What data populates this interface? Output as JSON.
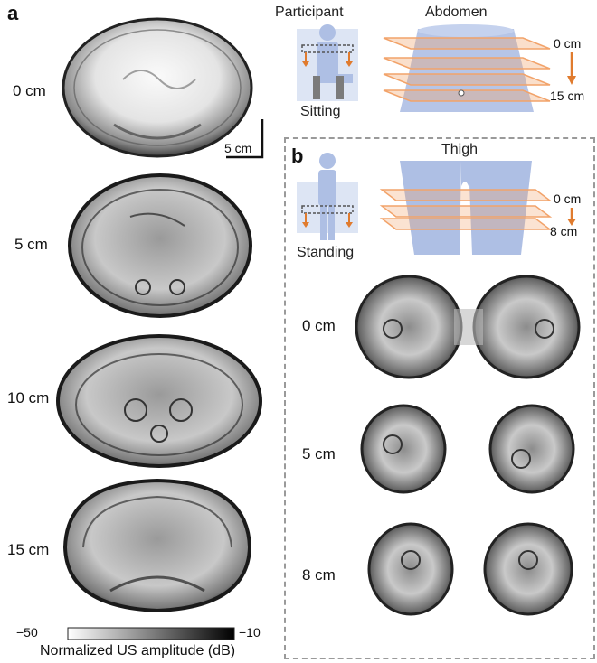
{
  "panel_a": {
    "letter": "a",
    "depths": [
      "0 cm",
      "5 cm",
      "10 cm",
      "15 cm"
    ],
    "scale_bar_label": "5 cm",
    "colorbar": {
      "min_label": "−50",
      "max_label": "−10",
      "label": "Normalized US amplitude (dB)"
    },
    "participant_label": "Participant",
    "posture_label": "Sitting",
    "region_label": "Abdomen",
    "range_top": "0 cm",
    "range_bottom": "15 cm"
  },
  "panel_b": {
    "letter": "b",
    "region_label": "Thigh",
    "posture_label": "Standing",
    "range_top": "0 cm",
    "range_bottom": "8 cm",
    "depths": [
      "0 cm",
      "5 cm",
      "8 cm"
    ]
  },
  "colors": {
    "figure_blue": "#aebfe4",
    "slice_orange": "#f2a36a",
    "arrow_orange": "#e07b2e",
    "dash_gray": "#9a9a9a"
  }
}
